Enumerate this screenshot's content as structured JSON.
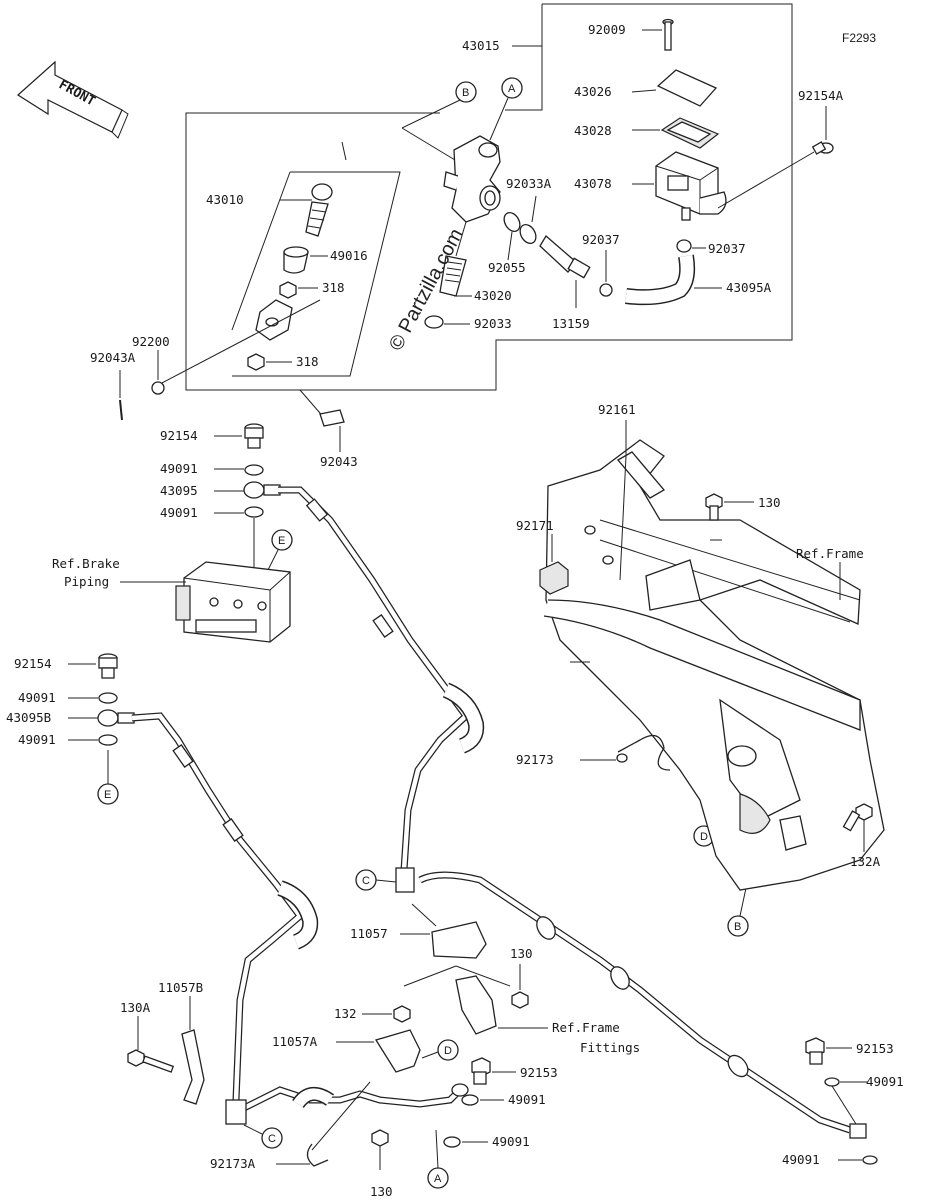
{
  "diagram_code": "F2293",
  "direction_arrow": "FRONT",
  "watermark": "© Partzilla.com",
  "reference_labels": {
    "brake_piping_line1": "Ref.Brake",
    "brake_piping_line2": "Piping",
    "frame": "Ref.Frame",
    "frame_fittings_line1": "Ref.Frame",
    "frame_fittings_line2": "Fittings"
  },
  "callouts": {
    "A": "A",
    "B": "B",
    "C": "C",
    "D": "D",
    "E": "E"
  },
  "parts": {
    "p92009": "92009",
    "p43015": "43015",
    "p43026": "43026",
    "p43028": "43028",
    "p43078": "43078",
    "p92154A": "92154A",
    "p92033A": "92033A",
    "p92037a": "92037",
    "p92037b": "92037",
    "p43095A": "43095A",
    "p13159": "13159",
    "p92055": "92055",
    "p43020": "43020",
    "p92033": "92033",
    "p43010": "43010",
    "p49016": "49016",
    "p318a": "318",
    "p318b": "318",
    "p92200": "92200",
    "p92043A": "92043A",
    "p92043": "92043",
    "p92154a": "92154",
    "p49091a": "49091",
    "p43095": "43095",
    "p49091b": "49091",
    "p92154b": "92154",
    "p49091c": "49091",
    "p43095B": "43095B",
    "p49091d": "49091",
    "p92161": "92161",
    "p130a": "130",
    "p92171": "92171",
    "p92173": "92173",
    "p132A": "132A",
    "p11057": "11057",
    "p130b": "130",
    "p132": "132",
    "p11057A": "11057A",
    "p11057B": "11057B",
    "p130A": "130A",
    "p92153a": "92153",
    "p49091e": "49091",
    "p49091f": "49091",
    "p92173A": "92173A",
    "p130c": "130",
    "p92153b": "92153",
    "p49091g": "49091",
    "p49091h": "49091"
  }
}
